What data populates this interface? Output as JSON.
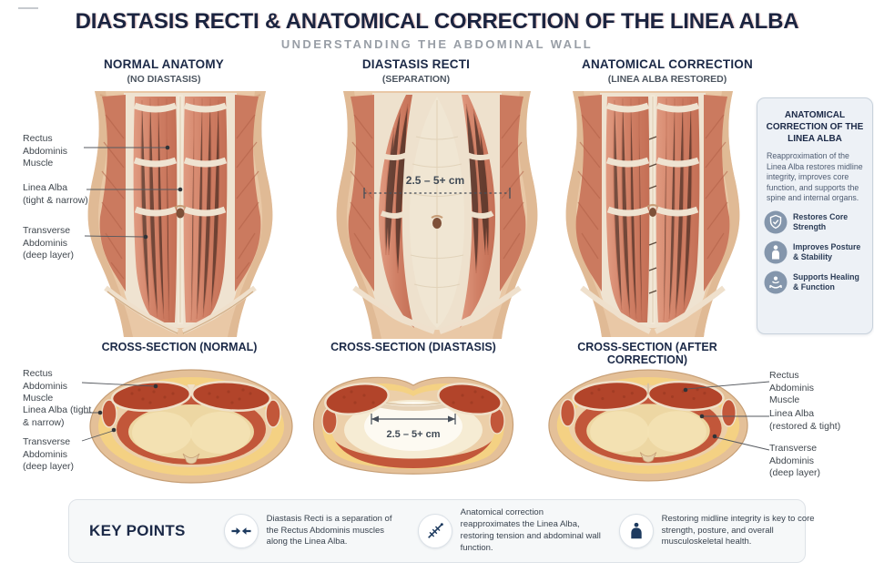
{
  "palette": {
    "navy": "#1b2947",
    "subtitle_gray": "#989ea6",
    "muscle_salmon": "#d08066",
    "muscle_dark_red": "#b2442a",
    "skin": "#e9c8a6",
    "fat_yellow": "#f4d183",
    "tendon_cream": "#efe3d1",
    "sidebar_bg": "#edf1f6",
    "icon_slate": "#8496ac"
  },
  "header": {
    "title": "DIASTASIS RECTI & ANATOMICAL CORRECTION OF THE LINEA ALBA",
    "subtitle": "UNDERSTANDING THE ABDOMINAL WALL"
  },
  "columns": [
    {
      "title": "NORMAL ANATOMY",
      "subtitle": "(NO DIASTASIS)"
    },
    {
      "title": "DIASTASIS RECTI",
      "subtitle": "(SEPARATION)"
    },
    {
      "title": "ANATOMICAL CORRECTION",
      "subtitle": "(LINEA ALBA RESTORED)"
    }
  ],
  "measurement": "2.5 – 5+ cm",
  "anterior": {
    "labels": [
      {
        "text": "Rectus Abdominis Muscle"
      },
      {
        "text": "Linea Alba (tight & narrow)"
      },
      {
        "text": "Transverse Abdominis (deep layer)"
      }
    ]
  },
  "sidebar": {
    "heading": "ANATOMICAL CORRECTION OF THE LINEA ALBA",
    "body": "Reapproximation of the Linea Alba restores midline integrity, improves core function, and supports the spine and internal organs.",
    "benefits": [
      {
        "icon": "shield-check-icon",
        "label": "Restores Core Strength"
      },
      {
        "icon": "posture-icon",
        "label": "Improves Posture & Stability"
      },
      {
        "icon": "healing-support-icon",
        "label": "Supports Healing & Function"
      }
    ]
  },
  "cross": {
    "titles": [
      {
        "title": "CROSS-SECTION (NORMAL)"
      },
      {
        "title": "CROSS-SECTION (DIASTASIS)"
      },
      {
        "title": "CROSS-SECTION (AFTER CORRECTION)"
      }
    ],
    "measurement": "2.5 – 5+ cm",
    "left_labels": [
      {
        "text": "Rectus Abdominis Muscle"
      },
      {
        "text": "Linea Alba (tight & narrow)"
      },
      {
        "text": "Transverse Abdominis (deep layer)"
      }
    ],
    "right_labels": [
      {
        "text": "Rectus Abdominis Muscle"
      },
      {
        "text": "Linea Alba (restored & tight)"
      },
      {
        "text": "Transverse Abdominis (deep layer)"
      }
    ]
  },
  "key_points": {
    "heading": "KEY POINTS",
    "items": [
      {
        "icon": "separation-arrows-icon",
        "text": "Diastasis Recti is a separation of the Rectus Abdominis muscles along the Linea Alba."
      },
      {
        "icon": "suture-icon",
        "text": "Anatomical correction reapproximates the Linea Alba, restoring tension and abdominal wall function."
      },
      {
        "icon": "body-figure-icon",
        "text": "Restoring midline integrity is key to core strength, posture, and overall musculoskeletal health."
      }
    ]
  }
}
